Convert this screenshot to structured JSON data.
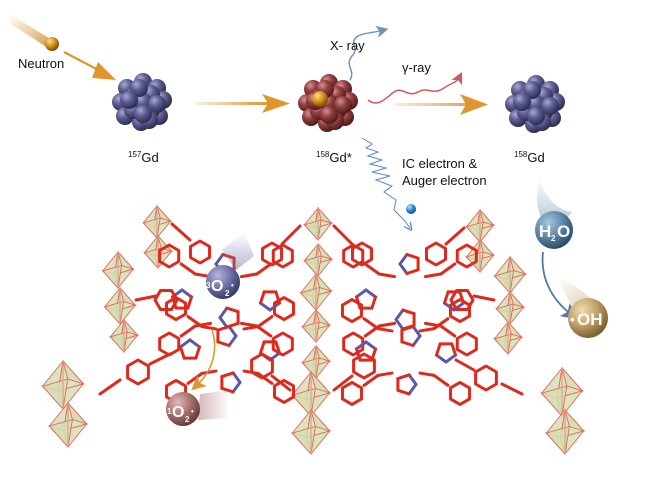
{
  "diagram": {
    "title": "Gadolinium neutron capture and radical generation in a porphyrinic MOF",
    "labels": {
      "neutron": "Neutron",
      "gd157_mass": "157",
      "gd157_symbol": "Gd",
      "gd158_excited_mass": "158",
      "gd158_excited_symbol": "Gd*",
      "gd158_mass": "158",
      "gd158_symbol": "Gd",
      "xray": "X- ray",
      "gamma_ray": "γ-ray",
      "ic_electron_line1": "IC electron &",
      "ic_electron_line2": "Auger electron"
    },
    "species": {
      "triplet_oxygen": {
        "superscript": "3",
        "symbol": "O",
        "subscript": "2",
        "dot": "•"
      },
      "singlet_oxygen": {
        "superscript": "1",
        "symbol": "O",
        "subscript": "2",
        "dot": "•"
      },
      "water": {
        "symbol_h": "H",
        "subscript": "2",
        "symbol_o": "O"
      },
      "hydroxyl_radical": {
        "dot": "•",
        "symbol": "OH"
      }
    },
    "colors": {
      "arrow_orange": "#e0952f",
      "xray_blue": "#6e95b8",
      "gamma_red": "#cf5a5a",
      "electron_blue": "#3b8fe0",
      "nucleus_blue": "#5a5a8c",
      "nucleus_red": "#8c3a3a",
      "neutron_gold": "#d9951e",
      "linker_red": "#dd2a1e",
      "nitrogen_blue": "#5a5aa8",
      "octahedron_fill": "#dfe3c4",
      "triplet_o2": "#6f6fa6",
      "singlet_o2": "#a7706e",
      "water_ball": "#5e87a8",
      "oh_ball": "#c2a068"
    }
  }
}
